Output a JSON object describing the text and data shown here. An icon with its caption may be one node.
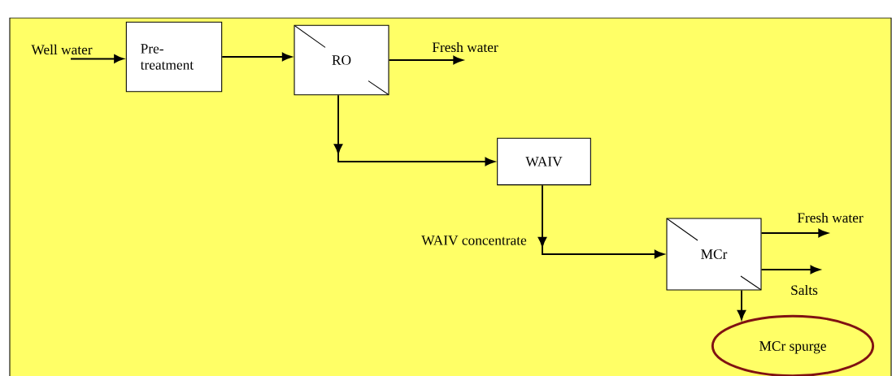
{
  "diagram": {
    "nodes": [
      {
        "text": [
          "Well water"
        ]
      },
      {
        "text": [
          "Pre- treatment"
        ]
      },
      {
        "text": [
          "RO"
        ]
      },
      {
        "text": [
          "Fresh water"
        ]
      },
      {
        "text": [
          "WAIV"
        ]
      },
      {
        "text": [
          "MCr"
        ]
      },
      {
        "text": [
          "Fresh  water"
        ]
      },
      {
        "text": [
          "Salts"
        ]
      },
      {
        "text": [
          "MCr spurge"
        ]
      }
    ],
    "edges": [
      {
        "from": 0,
        "to": 1,
        "arrow": "to"
      },
      {
        "from": 1,
        "to": 2,
        "arrow": "to"
      },
      {
        "from": 2,
        "to": 3,
        "arrow": "to"
      },
      {
        "from": 2,
        "to": 4,
        "arrow": "to"
      },
      {
        "from": 4,
        "to": 5,
        "arrow": "to"
      },
      {
        "from": 5,
        "to": 6,
        "arrow": "to"
      },
      {
        "from": 5,
        "to": 7,
        "arrow": "to"
      },
      {
        "from": 5,
        "to": 8,
        "arrow": "to"
      }
    ],
    "labels": [
      "WAIV concentrate"
    ]
  }
}
